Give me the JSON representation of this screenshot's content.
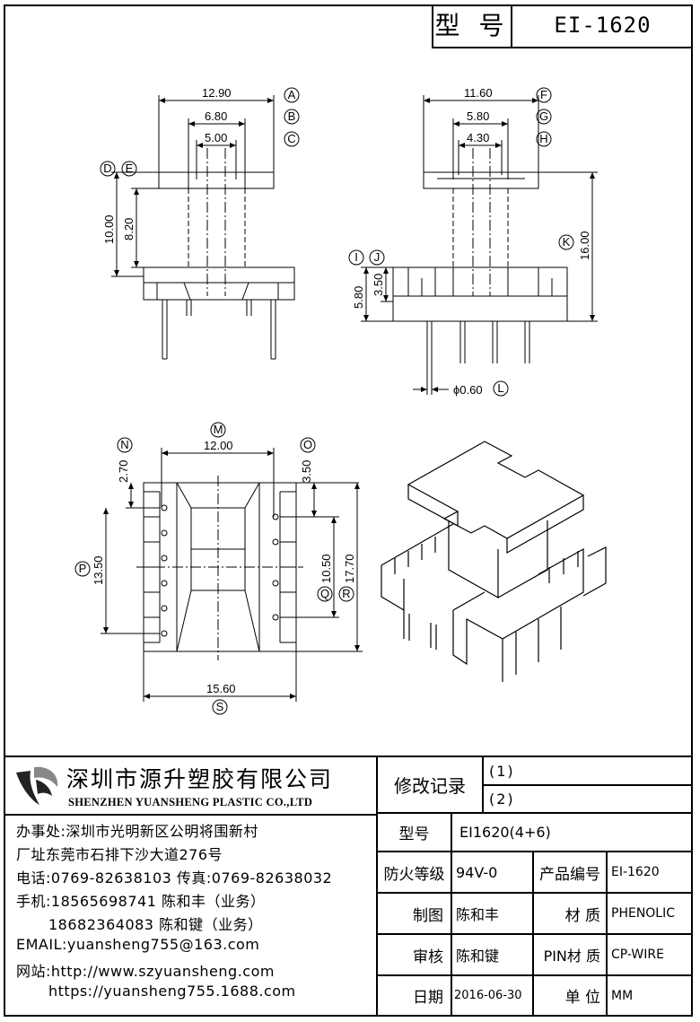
{
  "title_block": {
    "label": "型 号",
    "model": "EI-1620"
  },
  "drawing": {
    "dims": {
      "d1290": "12.90",
      "d680": "6.80",
      "d500": "5.00",
      "d1000": "10.00",
      "d820": "8.20",
      "d1160": "11.60",
      "d580w": "5.80",
      "d430": "4.30",
      "d1600": "16.00",
      "d580h": "5.80",
      "d350a": "3.50",
      "d060": "ϕ0.60",
      "d1200": "12.00",
      "d270": "2.70",
      "d350b": "3.50",
      "d1350": "13.50",
      "d1050": "10.50",
      "d1770": "17.70",
      "d1560": "15.60"
    },
    "markers": {
      "A": "A",
      "B": "B",
      "C": "C",
      "D": "D",
      "E": "E",
      "F": "F",
      "G": "G",
      "H": "H",
      "I": "I",
      "J": "J",
      "K": "K",
      "L": "L",
      "M": "M",
      "N": "N",
      "O": "O",
      "P": "P",
      "Q": "Q",
      "R": "R",
      "S": "S"
    }
  },
  "company": {
    "name_cn": "深圳市源升塑胶有限公司",
    "name_en": "SHENZHEN YUANSHENG PLASTIC CO.,LTD",
    "office": "办事处:深圳市光明新区公明将围新村",
    "factory": "厂址东莞市石排下沙大道276号",
    "phone": "电话:0769-82638103 传真:0769-82638032",
    "mobile1": "手机:18565698741 陈和丰（业务）",
    "mobile2": "18682364083 陈和键（业务）",
    "email": "EMAIL:yuansheng755@163.com",
    "website1": "网站:http://www.szyuansheng.com",
    "website2": "https://yuansheng755.1688.com"
  },
  "spec": {
    "revision_label": "修改记录",
    "rev1": "(1)",
    "rev2": "(2)",
    "model_label": "型号",
    "model_value": "EI1620(4+6)",
    "fire_label": "防火等级",
    "fire_value": "94V-0",
    "product_no_label": "产品编号",
    "product_no_value": "EI-1620",
    "drawn_label": "制图",
    "drawn_value": "陈和丰",
    "material_label": "材 质",
    "material_value": "PHENOLIC",
    "review_label": "审核",
    "review_value": "陈和键",
    "pin_material_label": "PIN材 质",
    "pin_material_value": "CP-WIRE",
    "date_label": "日期",
    "date_value": "2016-06-30",
    "unit_label": "单 位",
    "unit_value": "MM"
  }
}
